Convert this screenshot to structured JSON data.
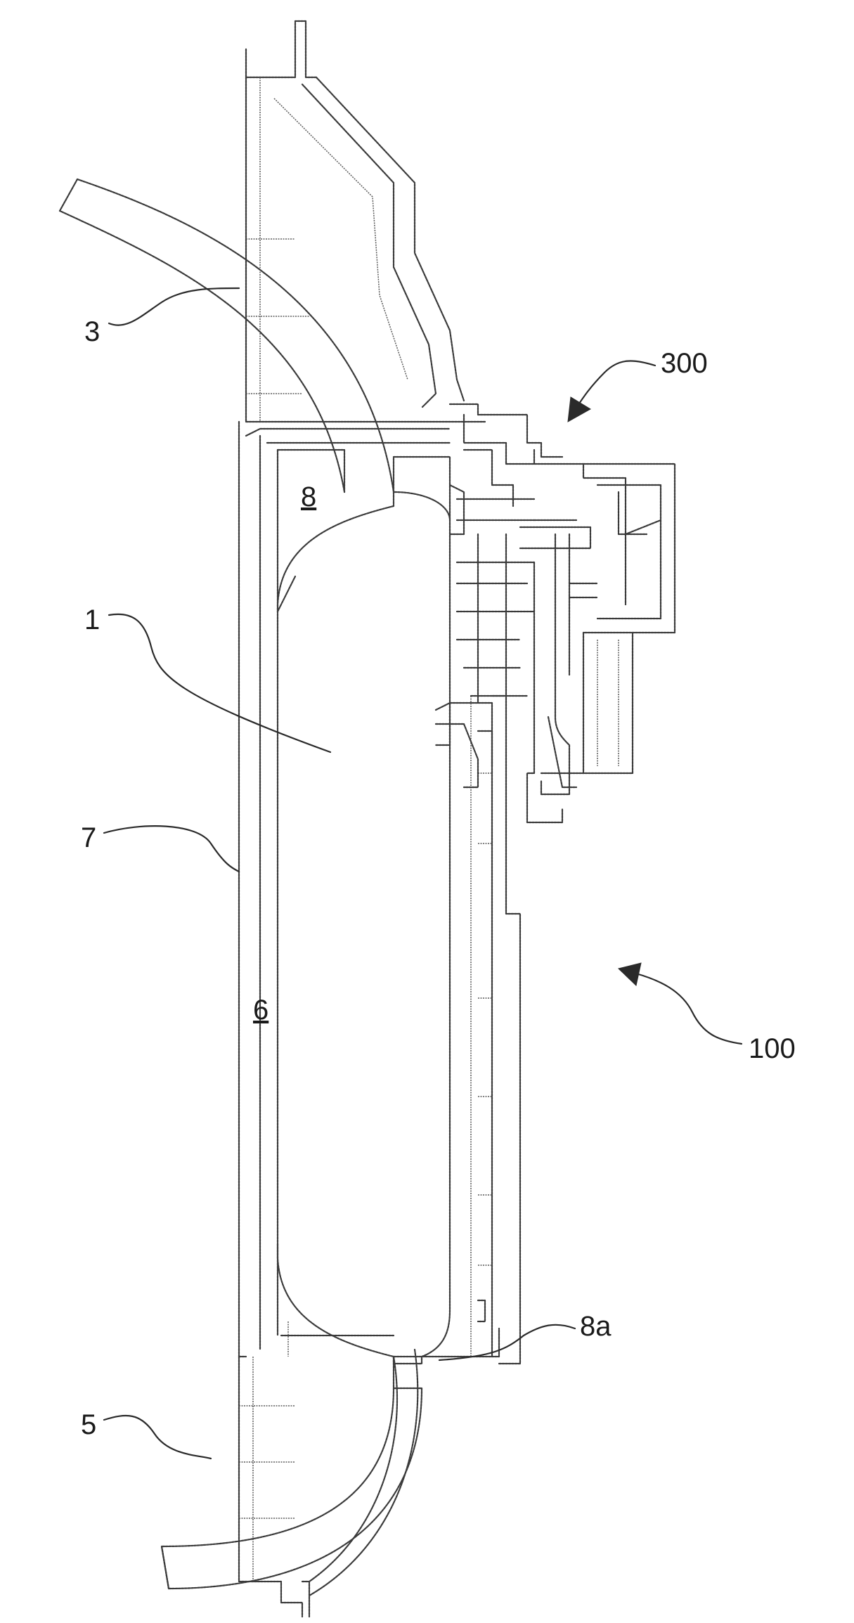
{
  "figure": {
    "labels": {
      "ref_1": "1",
      "ref_3": "3",
      "ref_5": "5",
      "ref_6": "6",
      "ref_7": "7",
      "ref_8": "8",
      "ref_8a": "8a",
      "ref_100": "100",
      "ref_300": "300"
    },
    "colors": {
      "line": "#3a3a3a",
      "background": "#ffffff"
    }
  }
}
